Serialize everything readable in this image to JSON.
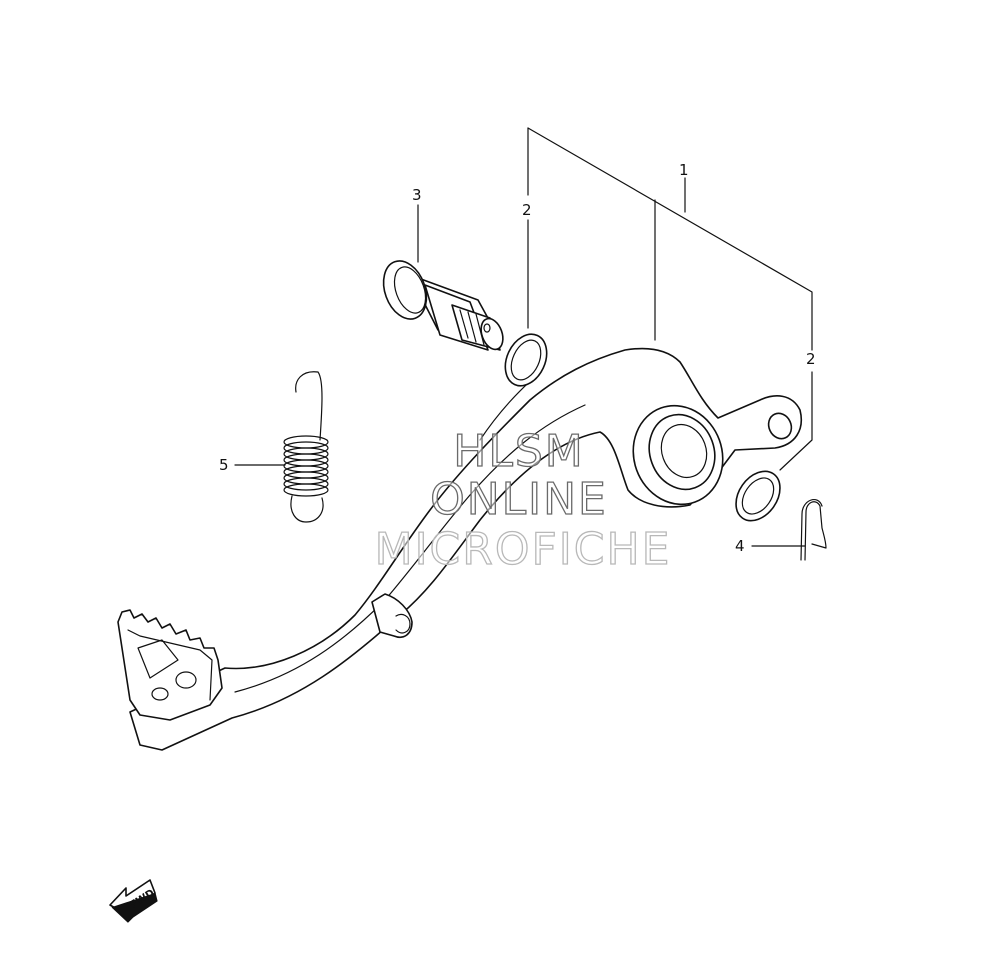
{
  "callouts": {
    "part_1": "1",
    "part_2_upper": "2",
    "part_2_right": "2",
    "part_3": "3",
    "part_4": "4",
    "part_5": "5"
  },
  "watermark": {
    "line1": "HLSM",
    "line2": "ONLINE",
    "line3": "MICROFICHE"
  },
  "direction_marker": {
    "label": "FWD",
    "icon": "forward-arrow-icon"
  }
}
